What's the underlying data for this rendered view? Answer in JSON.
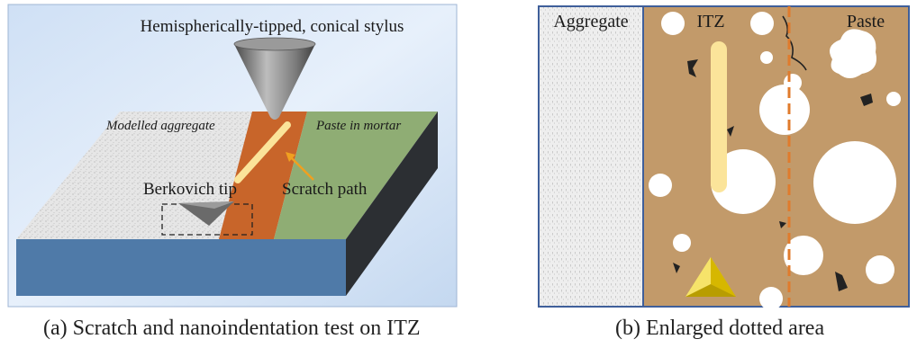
{
  "panel_a": {
    "stylus_label": "Hemispherically-tipped, conical stylus",
    "aggregate_label": "Modelled aggregate",
    "paste_label": "Paste in mortar",
    "berkovich_label": "Berkovich tip",
    "scratch_label": "Scratch path",
    "caption": "(a) Scratch and nanoindentation test on ITZ"
  },
  "panel_b": {
    "aggregate_label": "Aggregate",
    "itz_label": "ITZ",
    "paste_label": "Paste",
    "caption": "(b) Enlarged dotted area"
  },
  "colors": {
    "aggregate_speckle": "#d4d4d4",
    "itz_orange": "#c8652a",
    "paste_green": "#8fad74",
    "slab_side_blue": "#4f7aa8",
    "slab_side_dark": "#2c2f33",
    "paste_tan": "#c29a6a",
    "scratch_yellow": "#fbe49a",
    "dashed_orange": "#e07b2c",
    "arrow_orange": "#f0a020"
  }
}
